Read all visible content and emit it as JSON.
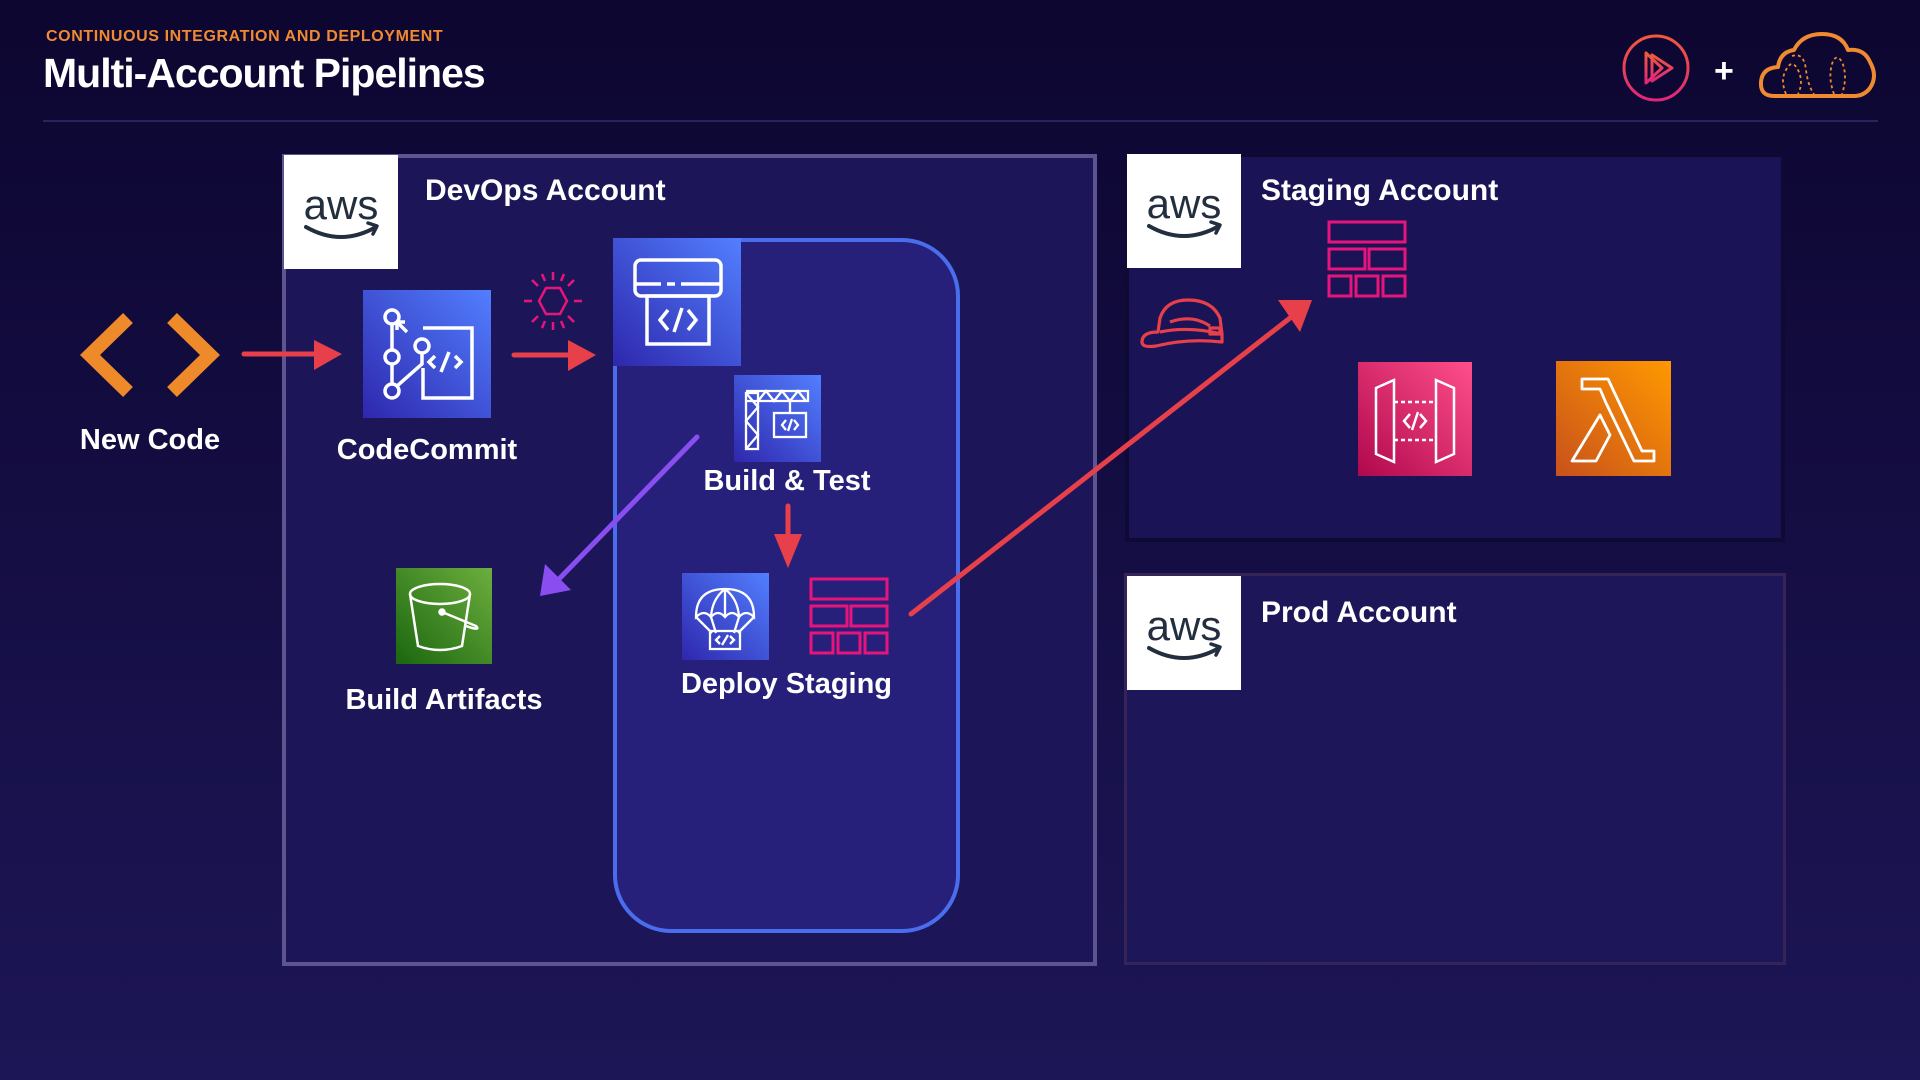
{
  "header": {
    "eyebrow": "CONTINUOUS INTEGRATION AND DEPLOYMENT",
    "title": "Multi-Account Pipelines",
    "logos": [
      "play-logo-icon",
      "plus",
      "cloud-logo-icon"
    ],
    "plus_symbol": "+"
  },
  "colors": {
    "background": "#140d42",
    "eyebrow": "#f08a30",
    "arrow_red": "#e8404a",
    "arrow_purple": "#8a4ef0",
    "stage_border": "#4a6ded",
    "service_blue": "#3b48cc",
    "service_green": "#3f8624",
    "service_pink": "#e7157b",
    "service_orange": "#ed7100"
  },
  "source": {
    "label": "New Code",
    "icon": "code-brackets-icon"
  },
  "accounts": {
    "devops": {
      "label": "DevOps Account",
      "logo": "aws",
      "services": {
        "codecommit": {
          "label": "CodeCommit",
          "icon": "codecommit-icon"
        },
        "trigger": {
          "icon": "event-trigger-icon"
        },
        "pipeline": {
          "icon": "codepipeline-icon"
        },
        "build": {
          "label": "Build & Test",
          "icon": "codebuild-icon"
        },
        "deploy": {
          "label": "Deploy Staging",
          "icon": "codedeploy-icon"
        },
        "stack": {
          "icon": "cloudformation-stack-icon"
        },
        "artifacts": {
          "label": "Build Artifacts",
          "icon": "s3-bucket-icon"
        }
      }
    },
    "staging": {
      "label": "Staging Account",
      "logo": "aws",
      "services": {
        "role": {
          "icon": "iam-role-helmet-icon"
        },
        "stack": {
          "icon": "cloudformation-stack-icon"
        },
        "api": {
          "icon": "api-gateway-icon"
        },
        "lambda": {
          "icon": "lambda-icon"
        }
      }
    },
    "prod": {
      "label": "Prod Account",
      "logo": "aws"
    }
  },
  "flows": [
    {
      "from": "New Code",
      "to": "CodeCommit",
      "color": "red"
    },
    {
      "from": "CodeCommit",
      "to": "Pipeline",
      "color": "red"
    },
    {
      "from": "Build & Test",
      "to": "Build Artifacts",
      "color": "purple"
    },
    {
      "from": "Build & Test",
      "to": "Deploy Staging",
      "color": "red"
    },
    {
      "from": "Deploy Staging",
      "to": "Staging Account stack",
      "color": "red"
    }
  ]
}
